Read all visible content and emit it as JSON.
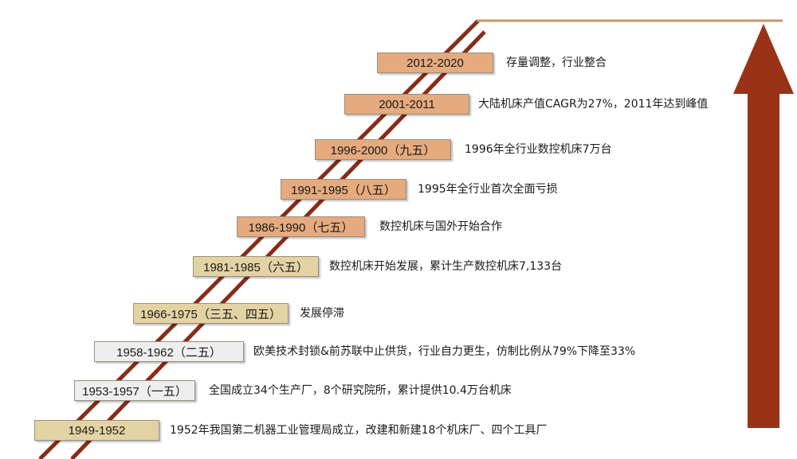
{
  "colors": {
    "stair_line": "#8b2a16",
    "arrow": "#9a3218",
    "top_line": "#c29a6b",
    "box_orange": "#e5aa7d",
    "box_tan": "#e3d3a3",
    "box_gray": "#eeeeee"
  },
  "stages": [
    {
      "period": "1949-1952",
      "description": "1952年我国第二机器工业管理局成立，改建和新建18个机床厂、四个工具厂",
      "fill": "tan"
    },
    {
      "period": "1953-1957（一五）",
      "description": "全国成立34个生产厂，8个研究院所，累计提供10.4万台机床",
      "fill": "gray"
    },
    {
      "period": "1958-1962（二五）",
      "description": "欧美技术封锁&前苏联中止供货，行业自力更生，仿制比例从79%下降至33%",
      "fill": "gray"
    },
    {
      "period": "1966-1975（三五、四五）",
      "description": "发展停滞",
      "fill": "tan"
    },
    {
      "period": "1981-1985（六五）",
      "description": "数控机床开始发展，累计生产数控机床7,133台",
      "fill": "tan"
    },
    {
      "period": "1986-1990（七五）",
      "description": "数控机床与国外开始合作",
      "fill": "orange"
    },
    {
      "period": "1991-1995（八五）",
      "description": "1995年全行业首次全面亏损",
      "fill": "orange"
    },
    {
      "period": "1996-2000（九五）",
      "description": "1996年全行业数控机床7万台",
      "fill": "orange"
    },
    {
      "period": "2001-2011",
      "description": "大陆机床产值CAGR为27%，2011年达到峰值",
      "fill": "orange"
    },
    {
      "period": "2012-2020",
      "description": "存量调整，行业整合",
      "fill": "orange"
    }
  ]
}
